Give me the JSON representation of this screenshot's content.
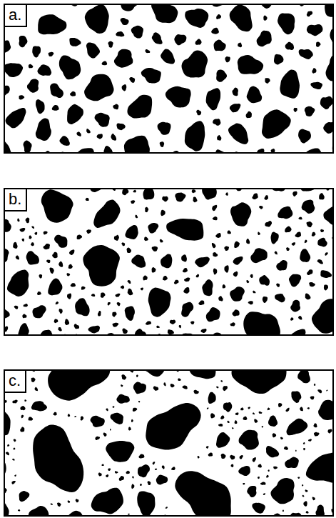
{
  "diagram": {
    "nodes": [
      {
        "text": [
          "a."
        ]
      },
      {
        "text": [
          "b."
        ]
      },
      {
        "text": [
          "c."
        ]
      }
    ]
  }
}
